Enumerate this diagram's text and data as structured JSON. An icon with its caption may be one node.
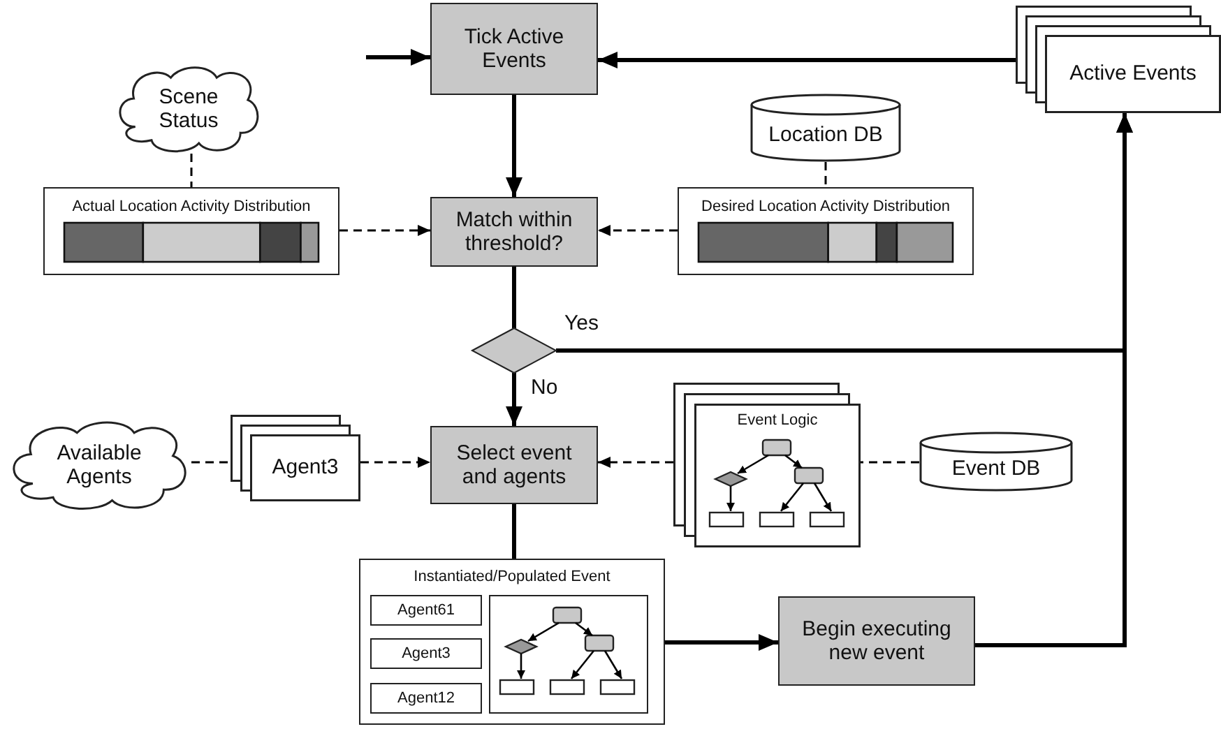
{
  "diagram": {
    "nodes": [
      {
        "text": [
          "Tick Active Events"
        ]
      },
      {
        "text": [
          "Active Events"
        ]
      },
      {
        "text": [
          "Scene Status"
        ]
      },
      {
        "text": [
          "Location DB"
        ]
      },
      {
        "text": [
          "Actual Location Activity Distribution"
        ]
      },
      {
        "text": [
          "Match within threshold?"
        ]
      },
      {
        "text": [
          "Desired Location Activity Distribution"
        ]
      },
      {
        "text": [],
        "shape": "diamond"
      },
      {
        "text": [
          "Available Agents"
        ]
      },
      {
        "text": [
          "Agent3"
        ]
      },
      {
        "text": [
          "Select event and agents"
        ]
      },
      {
        "text": [
          "Event Logic"
        ]
      },
      {
        "text": [
          "Event DB"
        ]
      },
      {
        "text": [
          "Instantiated/Populated Event"
        ]
      },
      {
        "text": [
          "Agent61"
        ],
        "in": 13
      },
      {
        "text": [
          "Agent3"
        ],
        "in": 13
      },
      {
        "text": [
          "Agent12"
        ],
        "in": 13
      },
      {
        "text": [
          "Begin executing new event"
        ]
      }
    ],
    "edges": [
      {
        "from": null,
        "to": 0,
        "arrow": "to"
      },
      {
        "from": 1,
        "to": 0,
        "arrow": "to"
      },
      {
        "from": 0,
        "to": 5,
        "arrow": "to"
      },
      {
        "from": 2,
        "to": 4,
        "arrow": "none",
        "style": "dashed"
      },
      {
        "from": 4,
        "to": 5,
        "arrow": "to",
        "style": "dashed"
      },
      {
        "from": 3,
        "to": 6,
        "arrow": "none",
        "style": "dashed"
      },
      {
        "from": 6,
        "to": 5,
        "arrow": "to",
        "style": "dashed"
      },
      {
        "from": 5,
        "to": 7,
        "arrow": "none"
      },
      {
        "from": 7,
        "to": 1,
        "arrow": "to",
        "label": "Yes"
      },
      {
        "from": 7,
        "to": 10,
        "arrow": "to",
        "label": "No"
      },
      {
        "from": 8,
        "to": 9,
        "arrow": "none",
        "style": "dashed"
      },
      {
        "from": 9,
        "to": 10,
        "arrow": "to",
        "style": "dashed"
      },
      {
        "from": 11,
        "to": 10,
        "arrow": "to",
        "style": "dashed"
      },
      {
        "from": 12,
        "to": 11,
        "arrow": "none",
        "style": "dashed"
      },
      {
        "from": 10,
        "to": 13,
        "arrow": "none"
      },
      {
        "from": 13,
        "to": 17,
        "arrow": "to"
      },
      {
        "from": 17,
        "to": 1,
        "arrow": "to"
      }
    ]
  }
}
